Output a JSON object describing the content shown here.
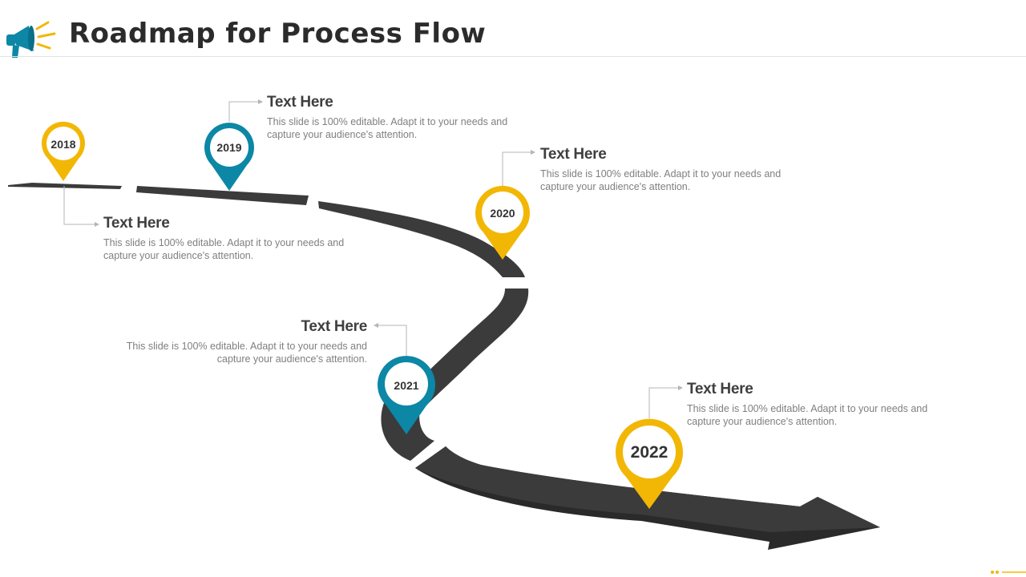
{
  "header": {
    "title": "Roadmap for Process Flow",
    "icon": "megaphone-icon"
  },
  "colors": {
    "yellow": "#F2B705",
    "teal": "#0C87A6",
    "road": "#3b3b3b",
    "text": "#3f3f3f",
    "muted": "#7f7f7f"
  },
  "milestones": [
    {
      "year": "2018",
      "color": "yellow",
      "heading": "Text Here",
      "body": "This slide is 100% editable. Adapt it to your needs and capture your audience's attention."
    },
    {
      "year": "2019",
      "color": "teal",
      "heading": "Text Here",
      "body": "This slide is 100% editable. Adapt it to your needs and capture your audience's attention."
    },
    {
      "year": "2020",
      "color": "yellow",
      "heading": "Text Here",
      "body": "This slide is 100% editable. Adapt it to your needs and capture your audience's attention."
    },
    {
      "year": "2021",
      "color": "teal",
      "heading": "Text Here",
      "body": "This slide is 100% editable. Adapt it to your needs and capture your audience's attention."
    },
    {
      "year": "2022",
      "color": "yellow",
      "heading": "Text Here",
      "body": "This slide is 100% editable. Adapt it to your needs and capture your audience's attention."
    }
  ]
}
